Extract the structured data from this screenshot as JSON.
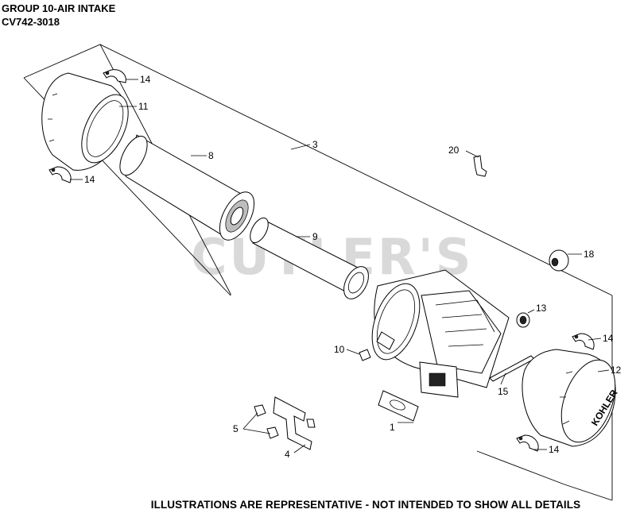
{
  "header": {
    "title_line1": "GROUP 10-AIR INTAKE",
    "title_line2": "CV742-3018"
  },
  "watermark": "CUTLER'S",
  "footer": {
    "disclaimer": "ILLUSTRATIONS ARE REPRESENTATIVE - NOT INTENDED TO SHOW ALL DETAILS"
  },
  "logo_text": "KOHLER",
  "callouts": {
    "c14a": "14",
    "c11": "11",
    "c8": "8",
    "c3": "3",
    "c20": "20",
    "c14b": "14",
    "c9": "9",
    "c18": "18",
    "c13": "13",
    "c10": "10",
    "c14c": "14",
    "c12": "12",
    "c15": "15",
    "c1": "1",
    "c5": "5",
    "c4": "4",
    "c14d": "14"
  }
}
